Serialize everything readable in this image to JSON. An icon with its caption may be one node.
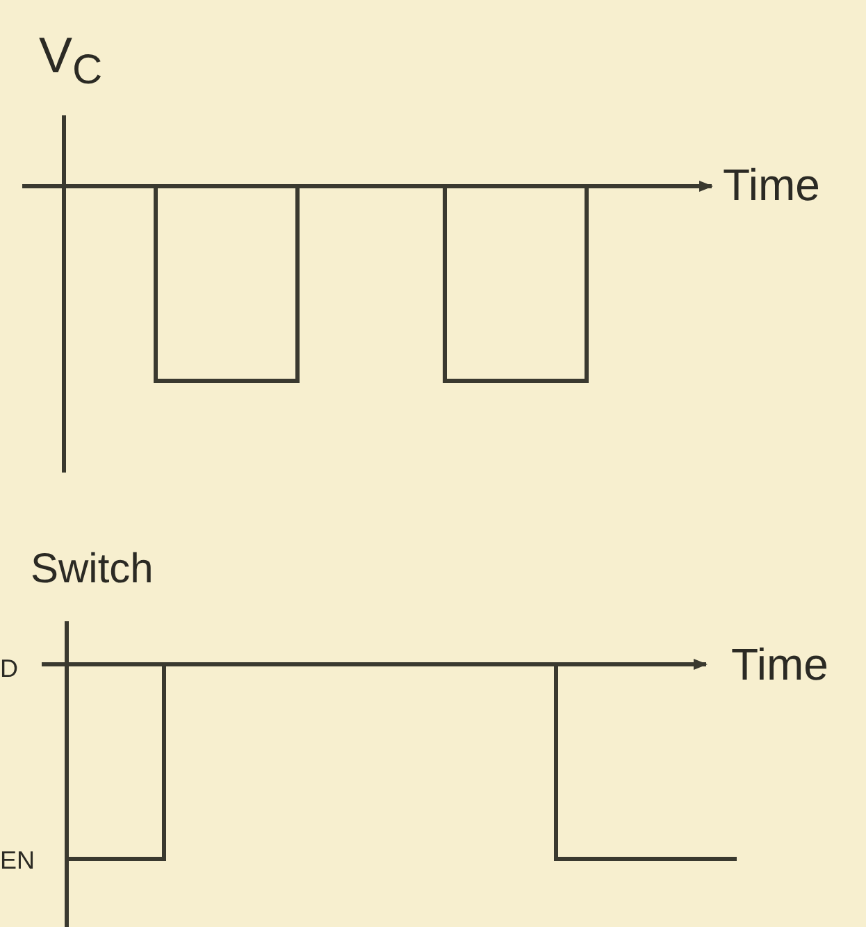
{
  "diagram": {
    "labels": [
      "V$_{C}$",
      "Time",
      "Switch",
      "D",
      "Time",
      "EN"
    ]
  }
}
